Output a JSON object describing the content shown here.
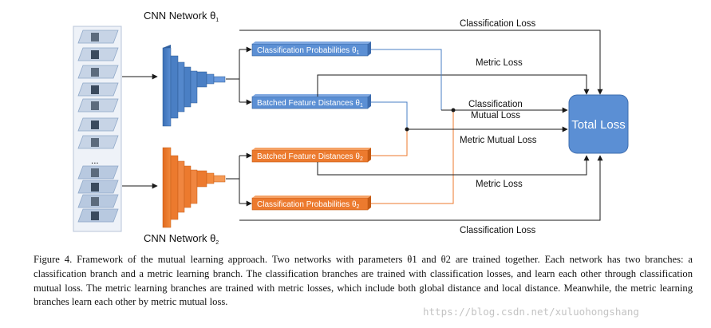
{
  "networks": {
    "top": {
      "label": "CNN Network θ",
      "subscript": "1",
      "color": "#4a7fc4"
    },
    "bottom": {
      "label": "CNN Network θ",
      "subscript": "2",
      "color": "#ec7a2e"
    }
  },
  "boxes": {
    "cls_prob_1": {
      "label": "Classification Probabilities θ",
      "subscript": "1"
    },
    "batched_dist_1": {
      "label": "Batched Feature Distances θ",
      "subscript": "1"
    },
    "batched_dist_2": {
      "label": "Batched Feature Distances θ",
      "subscript": "2"
    },
    "cls_prob_2": {
      "label": "Classification Probabilities θ",
      "subscript": "2"
    }
  },
  "loss_labels": {
    "classification_loss_top": "Classification Loss",
    "metric_loss_top": "Metric Loss",
    "classification_mutual_1": "Classification",
    "classification_mutual_2": "Mutual Loss",
    "metric_mutual_loss": "Metric Mutual Loss",
    "metric_loss_bottom": "Metric Loss",
    "classification_loss_bottom": "Classification Loss"
  },
  "total_loss": {
    "label": "Total Loss"
  },
  "images": {
    "ellipsis": "..."
  },
  "caption": "Figure 4. Framework of the mutual learning approach. Two networks with parameters θ1 and θ2 are trained together. Each network has two branches: a classification branch and a metric learning branch. The classification branches are trained with classification losses, and learn each other through classification mutual loss. The metric learning branches are trained with metric losses, which include both global distance and local distance. Meanwhile, the metric learning branches learn each other by metric mutual loss.",
  "watermark": "https://blog.csdn.net/xuluohongshang",
  "colors": {
    "blue": "#4a7fc4",
    "orange": "#ec7a2e",
    "total_loss": "#5b8fd4",
    "line": "#1a1a1a"
  }
}
